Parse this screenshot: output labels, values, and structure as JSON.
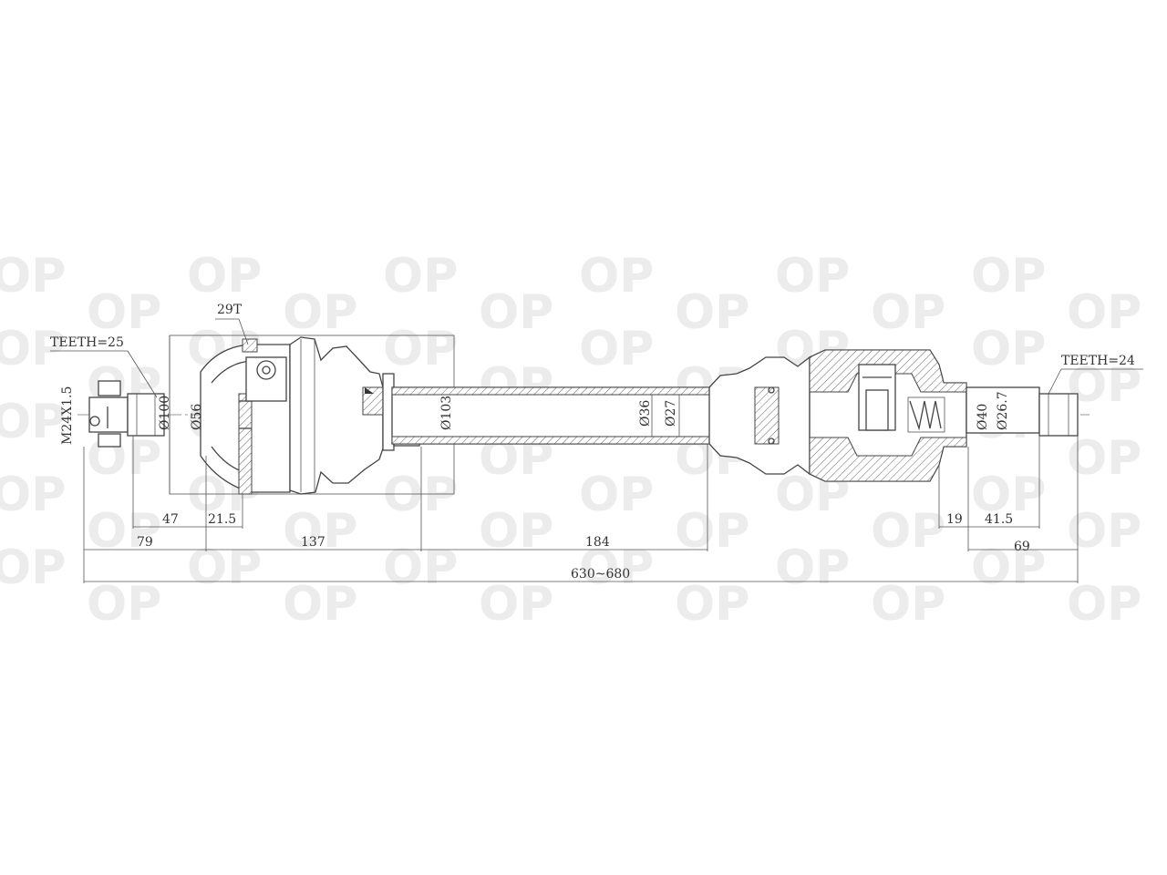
{
  "watermark": {
    "text": "OP",
    "color": "#ececec"
  },
  "labels": {
    "teeth_left": "TEETH=25",
    "teeth_right": "TEETH=24",
    "abs_teeth": "29T",
    "thread": "M24X1.5"
  },
  "diameters": {
    "d100": "Ø100",
    "d56": "Ø56",
    "d103": "Ø103",
    "d36": "Ø36",
    "d27": "Ø27",
    "d40": "Ø40",
    "d26": "Ø26.7"
  },
  "dimensions": {
    "d47": "47",
    "d21": "21.5",
    "d79": "79",
    "d137": "137",
    "d184": "184",
    "d19": "19",
    "d41": "41.5",
    "d69": "69",
    "total": "630~680"
  }
}
